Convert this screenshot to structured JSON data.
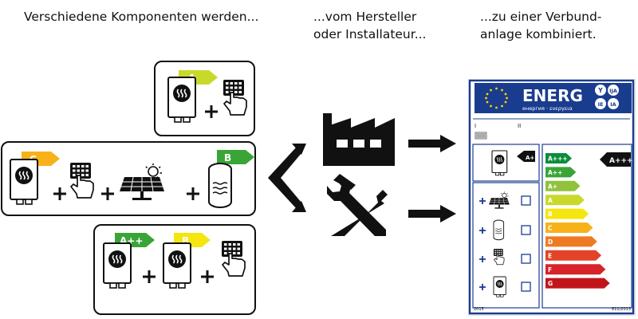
{
  "captions": {
    "left": "Verschiedene Komponenten werden...",
    "middle_line1": "...vom Hersteller",
    "middle_line2": "oder Installateur...",
    "right_line1": "...zu einer Verbund-",
    "right_line2": "anlage kombiniert."
  },
  "combos": {
    "top": {
      "boiler_class": "A"
    },
    "middle": {
      "boiler_class": "C",
      "tank_class": "B"
    },
    "bottom": {
      "boiler1_class": "A++",
      "boiler2_class": "B"
    }
  },
  "label": {
    "energ_text": "ENERG",
    "energ_sub": "енергия · ενεργεια",
    "lang_codes": [
      "Y",
      "IJA",
      "IE",
      "IA"
    ],
    "package_class": "A+",
    "overall_class": "A+++",
    "scale": [
      "A+++",
      "A++",
      "A+",
      "A",
      "B",
      "C",
      "D",
      "E",
      "F",
      "G"
    ],
    "year": "2015",
    "regulation": "811/2013",
    "roman_i": "I",
    "roman_ii": "II"
  },
  "colors": {
    "A+++": "#0a8d3b",
    "A++": "#3aa537",
    "A+": "#90c23c",
    "A": "#c9d92c",
    "B": "#f4e60e",
    "C": "#f7b21a",
    "D": "#ee7b23",
    "E": "#e34328",
    "F": "#d8232a",
    "G": "#c2151b",
    "eu_blue": "#1a3c8f",
    "eu_star": "#ffd500"
  }
}
